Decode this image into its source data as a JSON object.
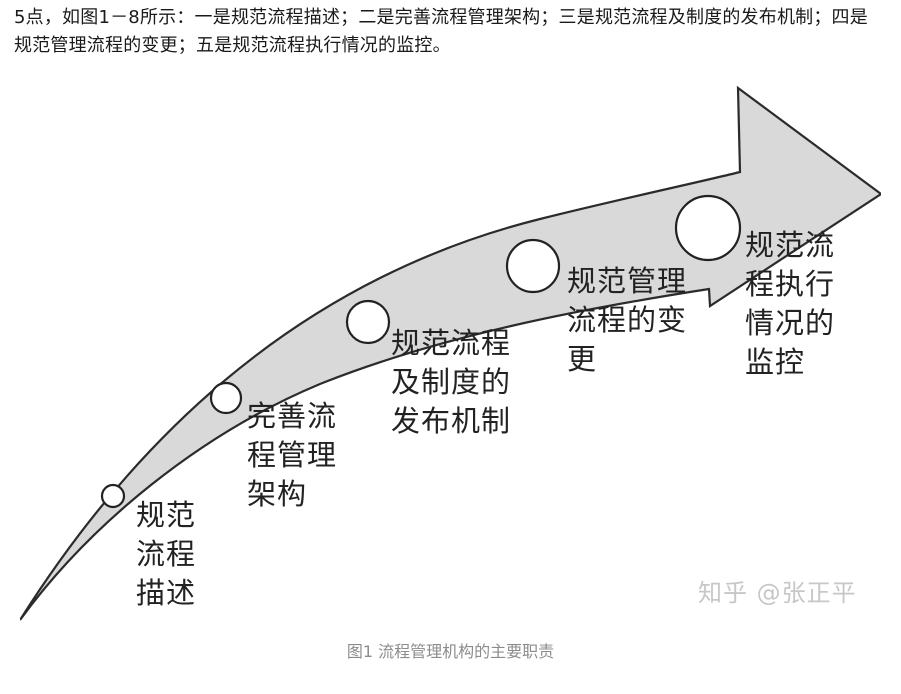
{
  "paragraph": "5点，如图1－8所示：一是规范流程描述；二是完善流程管理架构；三是规范流程及制度的发布机制；四是规范管理流程的变更；五是规范流程执行情况的监控。",
  "figure": {
    "steps": [
      {
        "label": "规范\n流程\n描述"
      },
      {
        "label": "完善流\n程管理\n架构"
      },
      {
        "label": "规范流程\n及制度的\n发布机制"
      },
      {
        "label": "规范管理\n流程的变\n更"
      },
      {
        "label": "规范流\n程执行\n情况的\n监控"
      }
    ],
    "watermark": "知乎 @张正平"
  },
  "caption": "图1 流程管理机构的主要职责"
}
